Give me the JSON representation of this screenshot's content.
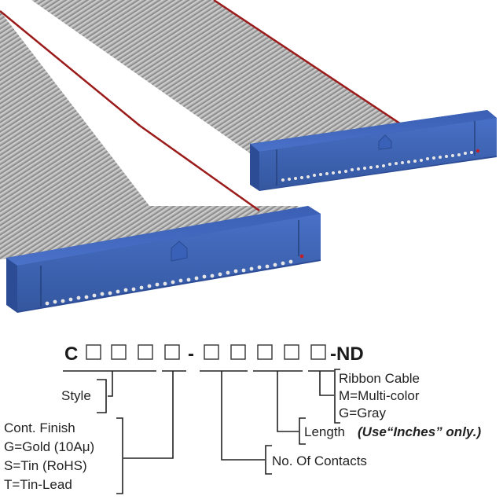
{
  "illustration": {
    "subject": "ribbon-cable-assembly",
    "cable_color": "#a9a9a9",
    "stripe_color": "#9b1b1b",
    "connector_color": "#3f64b8",
    "connector_dark": "#2d4c96",
    "pin_color": "#e8e8e8",
    "pin1_marker_color": "#c0202a"
  },
  "part_number": {
    "prefix": "C",
    "group1_boxes": 4,
    "separator1": "-",
    "group2_boxes": 5,
    "suffix": "-ND"
  },
  "fields": {
    "style": {
      "label": "Style"
    },
    "contact_finish": {
      "title": "Cont. Finish",
      "options": [
        "G=Gold (10Aμ)",
        "S=Tin (RoHS)",
        "T=Tin-Lead"
      ]
    },
    "contacts": {
      "label": "No. Of Contacts"
    },
    "length": {
      "label": "Length",
      "note": "(Use“Inches” only.)"
    },
    "cable": {
      "title": "Ribbon Cable",
      "options": [
        "M=Multi-color",
        "G=Gray"
      ]
    }
  }
}
